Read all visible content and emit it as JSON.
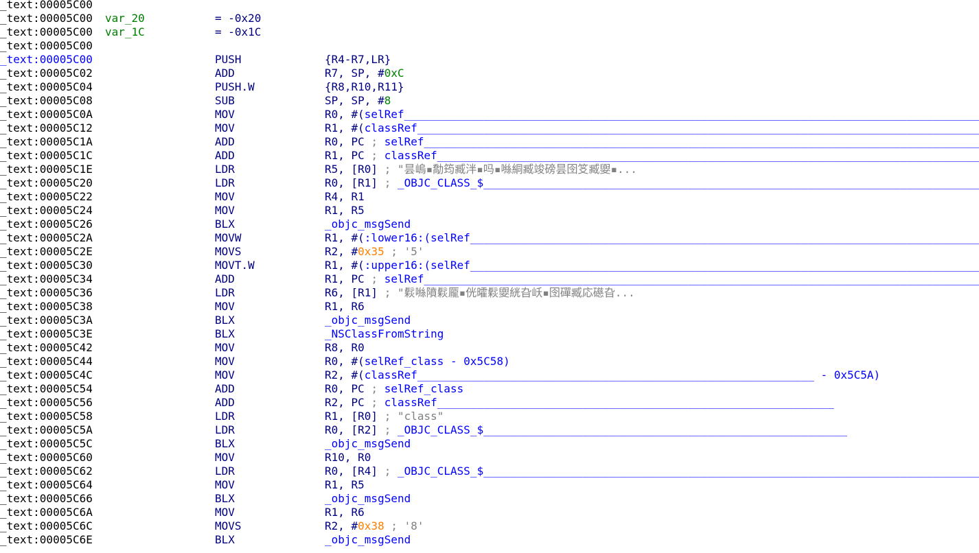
{
  "rows": [
    {
      "addr": "_text:00005C00",
      "label": "",
      "mnem": "",
      "ops": []
    },
    {
      "addr": "_text:00005C00",
      "label": "var_20",
      "mnem": "",
      "ops": [
        {
          "t": "= -0x20",
          "c": "reg"
        }
      ],
      "eq": true
    },
    {
      "addr": "_text:00005C00",
      "label": "var_1C",
      "mnem": "",
      "ops": [
        {
          "t": "= -0x1C",
          "c": "reg"
        }
      ],
      "eq": true
    },
    {
      "addr": "_text:00005C00",
      "label": "",
      "mnem": "",
      "ops": []
    },
    {
      "addr": "_text:00005C00",
      "label": "",
      "mnem": "PUSH",
      "ops": [
        {
          "t": "{R4-R7,LR}",
          "c": "reg"
        }
      ],
      "selected": true
    },
    {
      "addr": "_text:00005C02",
      "label": "",
      "mnem": "ADD",
      "ops": [
        {
          "t": "R7, SP, #",
          "c": "reg"
        },
        {
          "t": "0xC",
          "c": "num"
        }
      ]
    },
    {
      "addr": "_text:00005C04",
      "label": "",
      "mnem": "PUSH.W",
      "ops": [
        {
          "t": "{R8,R10,R11}",
          "c": "reg"
        }
      ]
    },
    {
      "addr": "_text:00005C08",
      "label": "",
      "mnem": "SUB",
      "ops": [
        {
          "t": "SP, SP, #",
          "c": "reg"
        },
        {
          "t": "8",
          "c": "num"
        }
      ]
    },
    {
      "addr": "_text:00005C0A",
      "label": "",
      "mnem": "MOV",
      "ops": [
        {
          "t": "R0, #(",
          "c": "reg"
        },
        {
          "t": "selRef____________________________________________________________________________________________________",
          "c": "sym"
        }
      ]
    },
    {
      "addr": "_text:00005C12",
      "label": "",
      "mnem": "MOV",
      "ops": [
        {
          "t": "R1, #(",
          "c": "reg"
        },
        {
          "t": "classRef__________________________________________________________________________________________________",
          "c": "sym"
        }
      ]
    },
    {
      "addr": "_text:00005C1A",
      "label": "",
      "mnem": "ADD",
      "ops": [
        {
          "t": "R0, PC ",
          "c": "reg"
        },
        {
          "t": "; ",
          "c": "cmt"
        },
        {
          "t": "selRef____________________________________________________________________________________________________",
          "c": "sym"
        }
      ]
    },
    {
      "addr": "_text:00005C1C",
      "label": "",
      "mnem": "ADD",
      "ops": [
        {
          "t": "R1, PC ",
          "c": "reg"
        },
        {
          "t": "; ",
          "c": "cmt"
        },
        {
          "t": "classRef__________________________________________________________________________________________________",
          "c": "sym"
        }
      ]
    },
    {
      "addr": "_text:00005C1E",
      "label": "",
      "mnem": "LDR",
      "ops": [
        {
          "t": "R5, [R0] ",
          "c": "reg"
        },
        {
          "t": "; \"昙嵨▪勪筠臧泮▪吗▪噝絧臧竣磅昙囹笅臧夓▪...",
          "c": "str"
        }
      ]
    },
    {
      "addr": "_text:00005C20",
      "label": "",
      "mnem": "LDR",
      "ops": [
        {
          "t": "R0, [R1] ",
          "c": "reg"
        },
        {
          "t": "; ",
          "c": "cmt"
        },
        {
          "t": "_OBJC_CLASS_$___________________________________________________________________________________________",
          "c": "sym"
        }
      ]
    },
    {
      "addr": "_text:00005C22",
      "label": "",
      "mnem": "MOV",
      "ops": [
        {
          "t": "R4, R1",
          "c": "reg"
        }
      ]
    },
    {
      "addr": "_text:00005C24",
      "label": "",
      "mnem": "MOV",
      "ops": [
        {
          "t": "R1, R5",
          "c": "reg"
        }
      ]
    },
    {
      "addr": "_text:00005C26",
      "label": "",
      "mnem": "BLX",
      "ops": [
        {
          "t": "_objc_msgSend",
          "c": "sym"
        }
      ]
    },
    {
      "addr": "_text:00005C2A",
      "label": "",
      "mnem": "MOVW",
      "ops": [
        {
          "t": "R1, #(",
          "c": "reg"
        },
        {
          "t": ":lower16:(selRef____________________________________________________________________________________________",
          "c": "sym"
        }
      ]
    },
    {
      "addr": "_text:00005C2E",
      "label": "",
      "mnem": "MOVS",
      "ops": [
        {
          "t": "R2, #",
          "c": "reg"
        },
        {
          "t": "0x35",
          "c": "hex"
        },
        {
          "t": " ; '5'",
          "c": "cmt"
        }
      ]
    },
    {
      "addr": "_text:00005C30",
      "label": "",
      "mnem": "MOVT.W",
      "ops": [
        {
          "t": "R1, #(",
          "c": "reg"
        },
        {
          "t": ":upper16:(selRef____________________________________________________________________________________________",
          "c": "sym"
        }
      ]
    },
    {
      "addr": "_text:00005C34",
      "label": "",
      "mnem": "ADD",
      "ops": [
        {
          "t": "R1, PC ",
          "c": "reg"
        },
        {
          "t": "; ",
          "c": "cmt"
        },
        {
          "t": "selRef____________________________________________________________________________________________________",
          "c": "sym"
        }
      ]
    },
    {
      "addr": "_text:00005C36",
      "label": "",
      "mnem": "LDR",
      "ops": [
        {
          "t": "R6, [R1] ",
          "c": "reg"
        },
        {
          "t": "; \"鬏噝隫鬏龎▪侊曤鬏夓絖旮岆▪囹磾臧応礠旮...",
          "c": "str"
        }
      ]
    },
    {
      "addr": "_text:00005C38",
      "label": "",
      "mnem": "MOV",
      "ops": [
        {
          "t": "R1, R6",
          "c": "reg"
        }
      ]
    },
    {
      "addr": "_text:00005C3A",
      "label": "",
      "mnem": "BLX",
      "ops": [
        {
          "t": "_objc_msgSend",
          "c": "sym"
        }
      ]
    },
    {
      "addr": "_text:00005C3E",
      "label": "",
      "mnem": "BLX",
      "ops": [
        {
          "t": "_NSClassFromString",
          "c": "sym"
        }
      ]
    },
    {
      "addr": "_text:00005C42",
      "label": "",
      "mnem": "MOV",
      "ops": [
        {
          "t": "R8, R0",
          "c": "reg"
        }
      ]
    },
    {
      "addr": "_text:00005C44",
      "label": "",
      "mnem": "MOV",
      "ops": [
        {
          "t": "R0, #(",
          "c": "reg"
        },
        {
          "t": "selRef_class - 0x5C58)",
          "c": "sym"
        }
      ]
    },
    {
      "addr": "_text:00005C4C",
      "label": "",
      "mnem": "MOV",
      "ops": [
        {
          "t": "R2, #(",
          "c": "reg"
        },
        {
          "t": "classRef____________________________________________________________ - 0x5C5A)",
          "c": "sym"
        }
      ]
    },
    {
      "addr": "_text:00005C54",
      "label": "",
      "mnem": "ADD",
      "ops": [
        {
          "t": "R0, PC ",
          "c": "reg"
        },
        {
          "t": "; ",
          "c": "cmt"
        },
        {
          "t": "selRef_class",
          "c": "sym"
        }
      ]
    },
    {
      "addr": "_text:00005C56",
      "label": "",
      "mnem": "ADD",
      "ops": [
        {
          "t": "R2, PC ",
          "c": "reg"
        },
        {
          "t": "; ",
          "c": "cmt"
        },
        {
          "t": "classRef____________________________________________________________",
          "c": "sym"
        }
      ]
    },
    {
      "addr": "_text:00005C58",
      "label": "",
      "mnem": "LDR",
      "ops": [
        {
          "t": "R1, [R0] ",
          "c": "reg"
        },
        {
          "t": "; \"class\"",
          "c": "str"
        }
      ]
    },
    {
      "addr": "_text:00005C5A",
      "label": "",
      "mnem": "LDR",
      "ops": [
        {
          "t": "R0, [R2] ",
          "c": "reg"
        },
        {
          "t": "; ",
          "c": "cmt"
        },
        {
          "t": "_OBJC_CLASS_$_______________________________________________________",
          "c": "sym"
        }
      ]
    },
    {
      "addr": "_text:00005C5C",
      "label": "",
      "mnem": "BLX",
      "ops": [
        {
          "t": "_objc_msgSend",
          "c": "sym"
        }
      ]
    },
    {
      "addr": "_text:00005C60",
      "label": "",
      "mnem": "MOV",
      "ops": [
        {
          "t": "R10, R0",
          "c": "reg"
        }
      ]
    },
    {
      "addr": "_text:00005C62",
      "label": "",
      "mnem": "LDR",
      "ops": [
        {
          "t": "R0, [R4] ",
          "c": "reg"
        },
        {
          "t": "; ",
          "c": "cmt"
        },
        {
          "t": "_OBJC_CLASS_$___________________________________________________________________________________________",
          "c": "sym"
        }
      ]
    },
    {
      "addr": "_text:00005C64",
      "label": "",
      "mnem": "MOV",
      "ops": [
        {
          "t": "R1, R5",
          "c": "reg"
        }
      ]
    },
    {
      "addr": "_text:00005C66",
      "label": "",
      "mnem": "BLX",
      "ops": [
        {
          "t": "_objc_msgSend",
          "c": "sym"
        }
      ]
    },
    {
      "addr": "_text:00005C6A",
      "label": "",
      "mnem": "MOV",
      "ops": [
        {
          "t": "R1, R6",
          "c": "reg"
        }
      ]
    },
    {
      "addr": "_text:00005C6C",
      "label": "",
      "mnem": "MOVS",
      "ops": [
        {
          "t": "R2, #",
          "c": "reg"
        },
        {
          "t": "0x38",
          "c": "hex"
        },
        {
          "t": " ; '8'",
          "c": "cmt"
        }
      ]
    },
    {
      "addr": "_text:00005C6E",
      "label": "",
      "mnem": "BLX",
      "ops": [
        {
          "t": "_objc_msgSend",
          "c": "sym"
        }
      ]
    }
  ],
  "colors": {
    "address": "#000000",
    "selected_address": "#0000ff",
    "label": "#008000",
    "mnemonic": "#000080",
    "register": "#000080",
    "number": "#008000",
    "hex_immediate": "#ff8000",
    "symbol": "#0000ff",
    "comment": "#808080"
  }
}
